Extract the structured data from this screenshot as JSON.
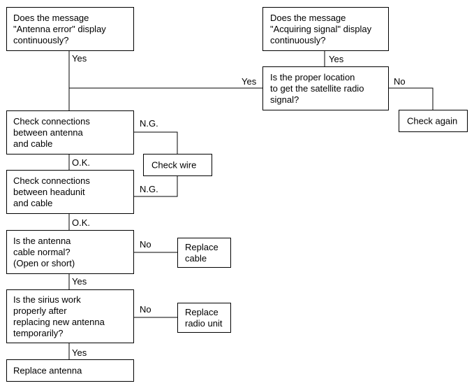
{
  "nodes": [
    {
      "id": "antenna-error-question",
      "lines": [
        "Does the message",
        "\"Antenna error\" display",
        "continuously?"
      ]
    },
    {
      "id": "acquiring-signal-question",
      "lines": [
        "Does the message",
        "\"Acquiring signal\" display",
        "continuously?"
      ]
    },
    {
      "id": "proper-location-question",
      "lines": [
        "Is the proper location",
        "to get the satellite radio",
        "signal?"
      ]
    },
    {
      "id": "check-again",
      "lines": [
        "Check again"
      ]
    },
    {
      "id": "check-antenna-cable",
      "lines": [
        "Check connections",
        "between antenna",
        "and cable"
      ]
    },
    {
      "id": "check-wire",
      "lines": [
        "Check wire"
      ]
    },
    {
      "id": "check-headunit-cable",
      "lines": [
        "Check connections",
        "between headunit",
        "and cable"
      ]
    },
    {
      "id": "antenna-cable-normal-question",
      "lines": [
        "Is the antenna",
        "cable normal?",
        "(Open or short)"
      ]
    },
    {
      "id": "replace-cable",
      "lines": [
        "Replace",
        "cable"
      ]
    },
    {
      "id": "sirius-work-question",
      "lines": [
        "Is the sirius work",
        "properly after",
        "replacing new antenna",
        "temporarily?"
      ]
    },
    {
      "id": "replace-radio-unit",
      "lines": [
        "Replace",
        "radio unit"
      ]
    },
    {
      "id": "replace-antenna",
      "lines": [
        "Replace antenna"
      ]
    }
  ],
  "edge_labels": [
    {
      "id": "yes-antenna-error",
      "text": "Yes"
    },
    {
      "id": "yes-acquiring-signal",
      "text": "Yes"
    },
    {
      "id": "yes-proper-location",
      "text": "Yes"
    },
    {
      "id": "no-proper-location",
      "text": "No"
    },
    {
      "id": "ng-antenna-cable",
      "text": "N.G."
    },
    {
      "id": "ok-antenna-cable",
      "text": "O.K."
    },
    {
      "id": "ng-headunit-cable",
      "text": "N.G."
    },
    {
      "id": "ok-headunit-cable",
      "text": "O.K."
    },
    {
      "id": "no-cable-normal",
      "text": "No"
    },
    {
      "id": "yes-cable-normal",
      "text": "Yes"
    },
    {
      "id": "no-sirius-work",
      "text": "No"
    },
    {
      "id": "yes-sirius-work",
      "text": "Yes"
    }
  ]
}
